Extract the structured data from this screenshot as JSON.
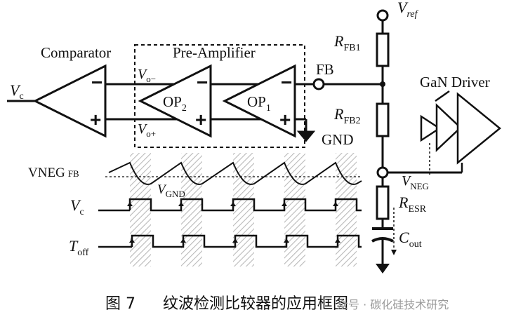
{
  "labels": {
    "comparator": "Comparator",
    "pre_amplifier": "Pre-Amplifier",
    "op2": {
      "main": "OP",
      "sub": "2"
    },
    "op1": {
      "main": "OP",
      "sub": "1"
    },
    "vc_in": {
      "main": "V",
      "sub": "c"
    },
    "vo_minus": {
      "main": "V",
      "sub": "o−"
    },
    "vo_plus": {
      "main": "V",
      "sub": "o+"
    },
    "minus_sign": "−",
    "plus_sign": "+",
    "fb": "FB",
    "gnd": "GND",
    "vref": {
      "main": "V",
      "sub": "ref"
    },
    "rfb1": {
      "main": "R",
      "sub": "FB1"
    },
    "rfb2": {
      "main": "R",
      "sub": "FB2"
    },
    "gan_driver": "GaN Driver",
    "vneg": {
      "main": "V",
      "sub": "NEG"
    },
    "resr": {
      "main": "R",
      "sub": "ESR"
    },
    "cout": {
      "main": "C",
      "sub": "out"
    },
    "wave_vnegfb": {
      "main": "VNEG",
      "sub": "FB"
    },
    "wave_vgnd": {
      "main": "V",
      "sub": "GND"
    },
    "wave_vc": {
      "main": "V",
      "sub": "c"
    },
    "wave_toff": {
      "main": "T",
      "sub": "off"
    }
  },
  "caption": {
    "figure": "图 7",
    "title": "纹波检测比较器的应用框图"
  },
  "watermark": "众号 · 碳化硅技术研究",
  "colors": {
    "ink": "#111111",
    "hatch": "#b9b9b9",
    "watermark": "#9a9a9a"
  }
}
